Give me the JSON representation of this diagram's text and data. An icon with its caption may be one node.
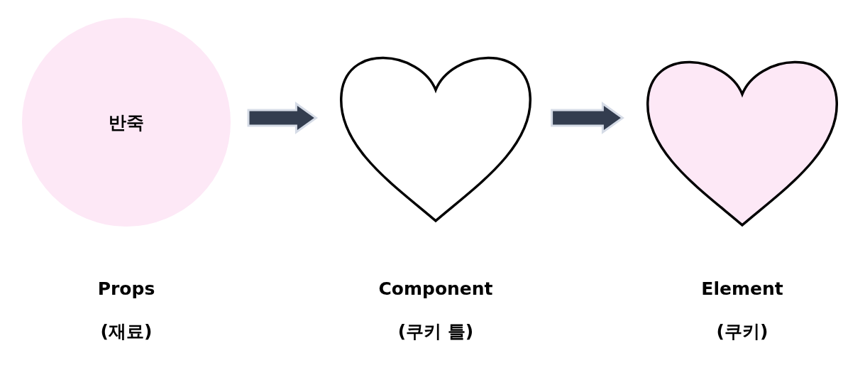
{
  "diagram": {
    "nodes": [
      {
        "text": [
          "반죽"
        ],
        "beside": [
          "Props",
          "(재료)"
        ]
      },
      {
        "text": [],
        "shape": "heart",
        "beside": [
          "Component",
          "(쿠키 틀)"
        ]
      },
      {
        "text": [],
        "shape": "heart",
        "beside": [
          "Element",
          "(쿠키)"
        ]
      }
    ],
    "edges": [
      {
        "from": 0,
        "to": 1,
        "arrow": "to"
      },
      {
        "from": 1,
        "to": 2,
        "arrow": "to"
      }
    ]
  }
}
